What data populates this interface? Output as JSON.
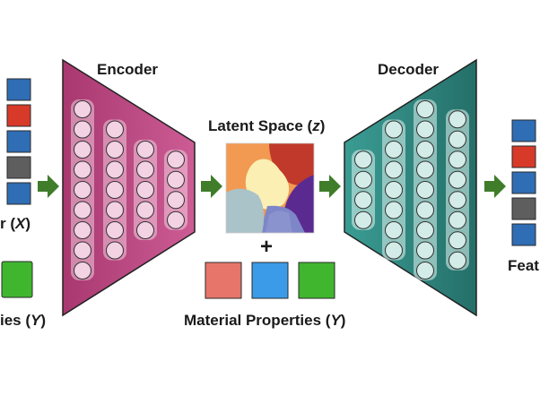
{
  "left_panel": {
    "feature_vector_label_fragment": "r (",
    "feature_vector_symbol": "X",
    "feature_vector_label_close": ")",
    "properties_label_fragment": "ies (",
    "properties_symbol": "Y",
    "properties_label_close": ")",
    "vector_cell_colors": [
      "#2f6db5",
      "#d83a2a",
      "#2f6db5",
      "#5e5e5e",
      "#2f6db5"
    ],
    "property_color": "#3fb62e"
  },
  "encoder": {
    "label": "Encoder",
    "fill_color": "#b9457f",
    "node_columns": [
      9,
      7,
      5,
      4
    ]
  },
  "latent": {
    "label_prefix": "Latent Space (",
    "symbol": "z",
    "label_suffix": ")",
    "plus_sign": "+",
    "material_properties_prefix": "Material Properties (",
    "material_properties_symbol": "Y",
    "material_properties_suffix": ")",
    "property_colors": [
      "#e8756a",
      "#3b9be8",
      "#3fb62e"
    ]
  },
  "decoder": {
    "label": "Decoder",
    "fill_color": "#2f8b84",
    "node_columns": [
      4,
      7,
      9,
      8
    ]
  },
  "right_panel": {
    "features_label_fragment": "Feat",
    "vector_cell_colors": [
      "#2f6db5",
      "#d83a2a",
      "#2f6db5",
      "#5e5e5e",
      "#2f6db5"
    ]
  },
  "arrow_color": "#3f7d2a"
}
